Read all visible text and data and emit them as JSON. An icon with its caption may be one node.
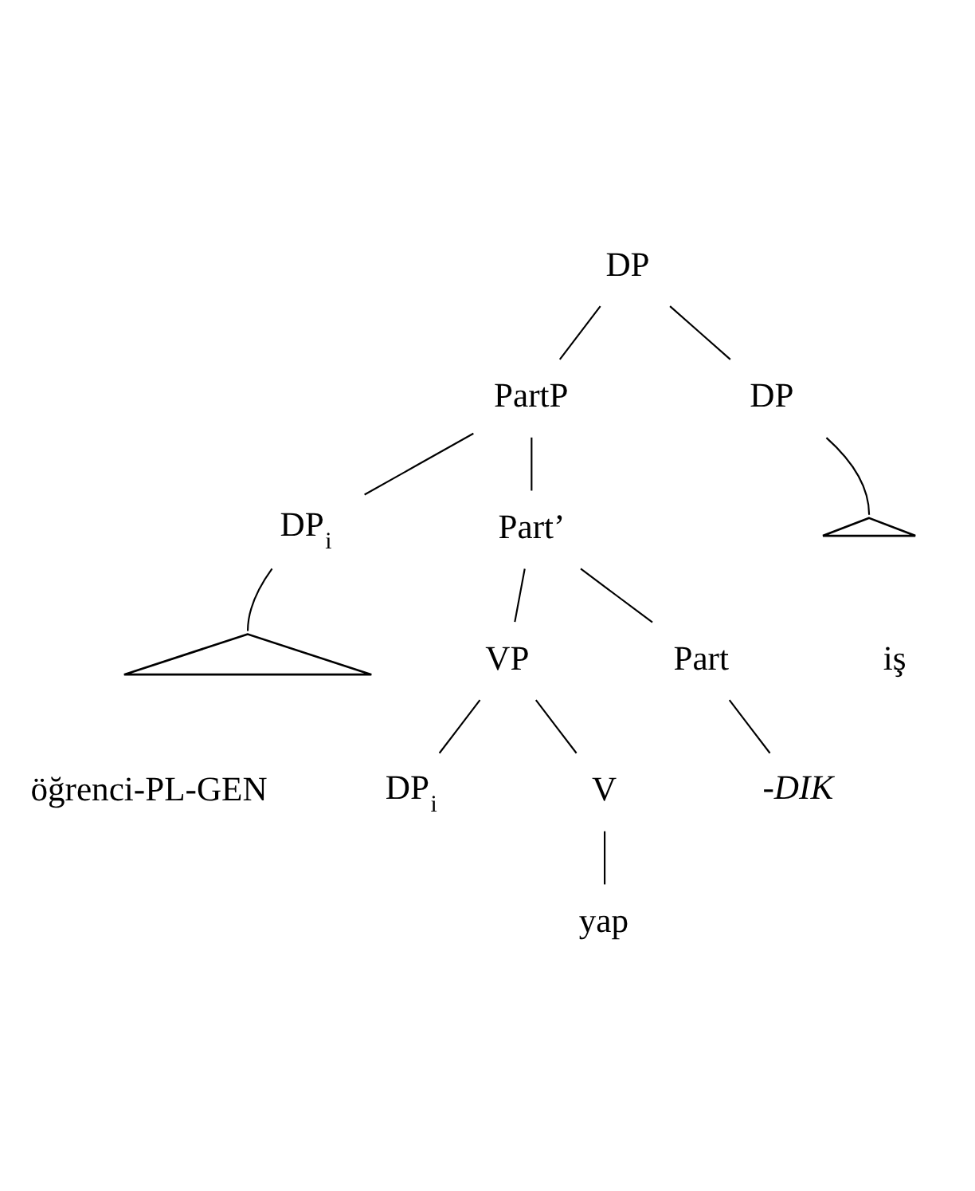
{
  "diagram": {
    "nodes": [
      {
        "text": [
          "DP"
        ]
      },
      {
        "text": [
          "PartP"
        ]
      },
      {
        "text": [
          "DP"
        ]
      },
      {
        "text": [],
        "shape": "triangle"
      },
      {
        "text": [
          "DP$_{i}$"
        ]
      },
      {
        "text": [
          "Part’"
        ]
      },
      {
        "text": [
          "iş"
        ]
      },
      {
        "text": [],
        "shape": "triangle"
      },
      {
        "text": [
          "VP"
        ]
      },
      {
        "text": [
          "Part"
        ]
      },
      {
        "text": [
          "öğrenci-PL-GEN"
        ]
      },
      {
        "text": [
          "DP$_{i}$"
        ]
      },
      {
        "text": [
          "V"
        ]
      },
      {
        "text": [
          "-DIK"
        ]
      },
      {
        "text": [
          "yap"
        ]
      }
    ],
    "edges": [
      {
        "from": 0,
        "to": 1,
        "arrow": "none"
      },
      {
        "from": 0,
        "to": 2,
        "arrow": "none"
      },
      {
        "from": 2,
        "to": 3,
        "arrow": "none"
      },
      {
        "from": 1,
        "to": 4,
        "arrow": "none"
      },
      {
        "from": 1,
        "to": 5,
        "arrow": "none"
      },
      {
        "from": 4,
        "to": 7,
        "arrow": "none"
      },
      {
        "from": 5,
        "to": 8,
        "arrow": "none"
      },
      {
        "from": 5,
        "to": 9,
        "arrow": "none"
      },
      {
        "from": 8,
        "to": 11,
        "arrow": "none"
      },
      {
        "from": 8,
        "to": 12,
        "arrow": "none"
      },
      {
        "from": 9,
        "to": 13,
        "arrow": "none"
      },
      {
        "from": 12,
        "to": 14,
        "arrow": "none"
      }
    ]
  }
}
